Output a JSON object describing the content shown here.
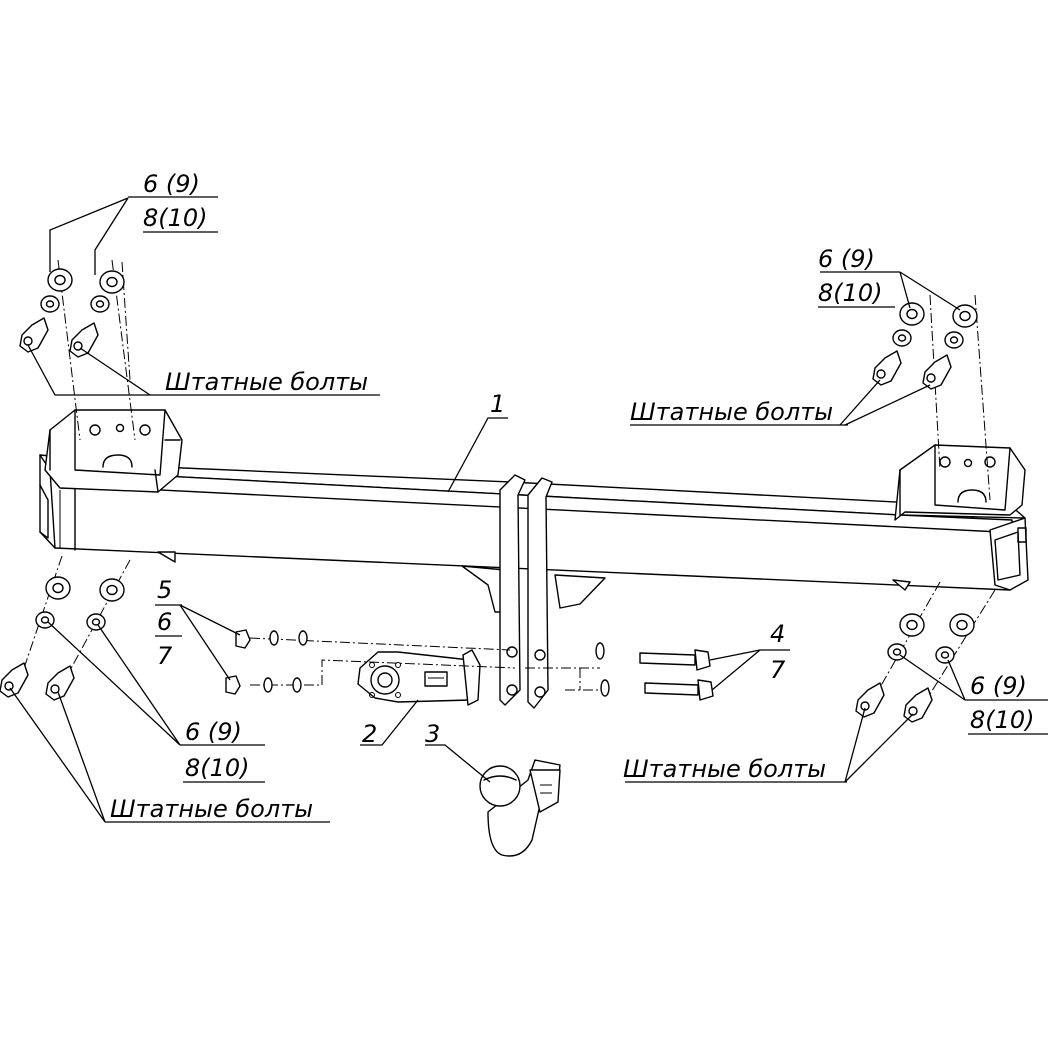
{
  "callouts": {
    "frame": "1",
    "socket_bracket": "2",
    "tow_ball": "3",
    "bolt_group_right": {
      "top": "4",
      "bottom": "7"
    },
    "nut_group_left": {
      "top": "5",
      "mid": "6",
      "bottom": "7"
    },
    "washer_top_left": {
      "top": "6 (9)",
      "bottom": "8(10)"
    },
    "washer_top_right": {
      "top": "6 (9)",
      "bottom": "8(10)"
    },
    "washer_bottom_left": {
      "top": "6 (9)",
      "bottom": "8(10)"
    },
    "washer_bottom_right": {
      "top": "6 (9)",
      "bottom": "8(10)"
    }
  },
  "standard_bolts_label": "Штатные болты"
}
